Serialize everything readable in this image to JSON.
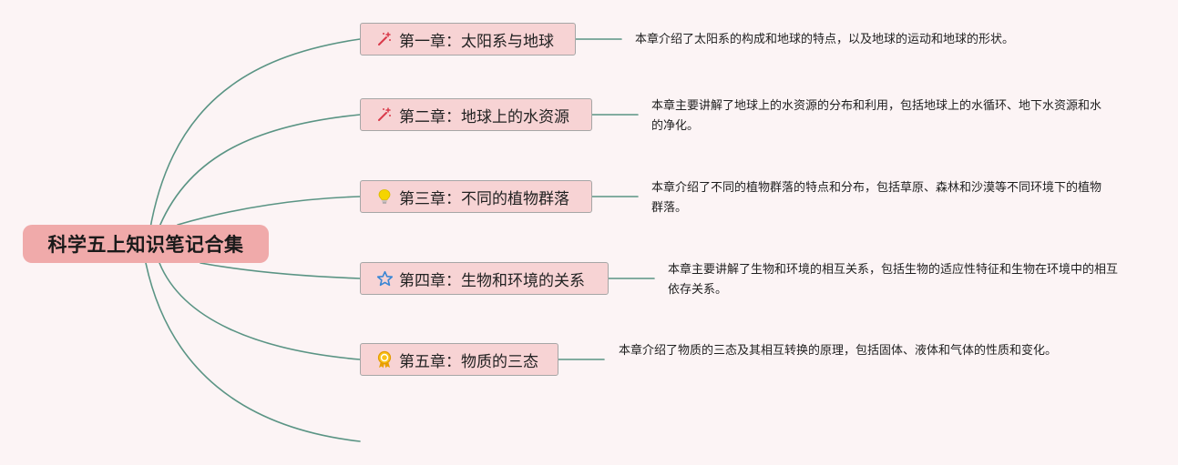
{
  "root": {
    "title": "科学五上知识笔记合集"
  },
  "chapters": [
    {
      "title": "第一章：太阳系与地球",
      "icon": "magic-wand-icon",
      "description": "本章介绍了太阳系的构成和地球的特点，以及地球的运动和地球的形状。"
    },
    {
      "title": "第二章：地球上的水资源",
      "icon": "magic-wand-icon",
      "description": "本章主要讲解了地球上的水资源的分布和利用，包括地球上的水循环、地下水资源和水的净化。"
    },
    {
      "title": "第三章：不同的植物群落",
      "icon": "lightbulb-icon",
      "description": "本章介绍了不同的植物群落的特点和分布，包括草原、森林和沙漠等不同环境下的植物群落。"
    },
    {
      "title": "第四章：生物和环境的关系",
      "icon": "star-icon",
      "description": "本章主要讲解了生物和环境的相互关系，包括生物的适应性特征和生物在环境中的相互依存关系。"
    },
    {
      "title": "第五章：物质的三态",
      "icon": "award-medal-icon",
      "description": "本章介绍了物质的三态及其相互转换的原理，包括固体、液体和气体的性质和变化。"
    }
  ],
  "colors": {
    "background": "#fcf4f5",
    "root_fill": "#f0aaaa",
    "topic_fill": "#f7d3d4",
    "topic_border": "#a6a6a6",
    "connector": "#5a9484"
  }
}
